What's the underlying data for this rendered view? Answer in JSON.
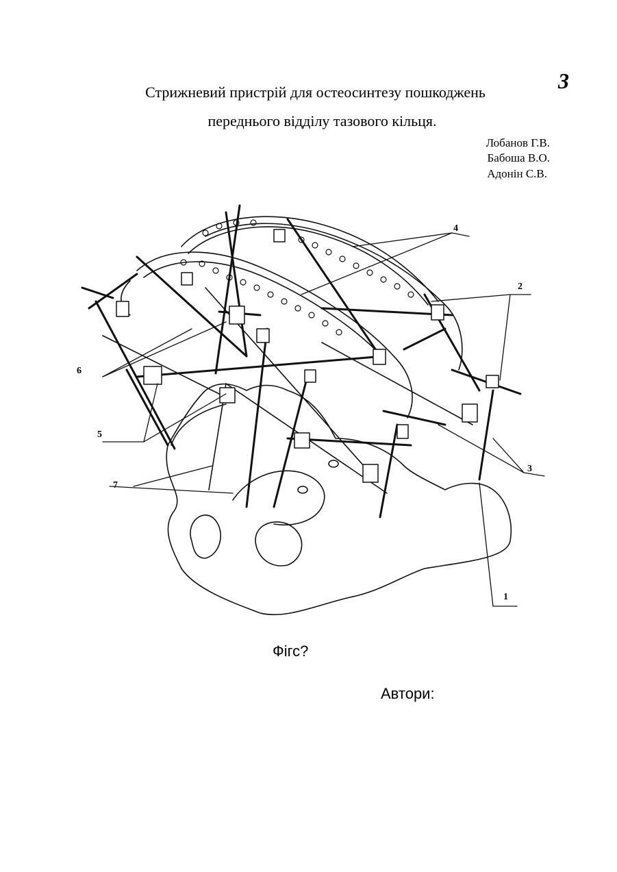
{
  "page_number": "3",
  "title": {
    "line1": "Стрижневий пристрій для остеосинтезу пошкоджень",
    "line2": "переднього відділу тазового кільця."
  },
  "authors_top": [
    "Лобанов Г.В.",
    "Бабоша В.О.",
    "Адонін С.В."
  ],
  "figure": {
    "labels": [
      "1",
      "2",
      "3",
      "4",
      "5",
      "6",
      "7"
    ]
  },
  "caption": "Фігс?",
  "authors_label": "Автори:"
}
